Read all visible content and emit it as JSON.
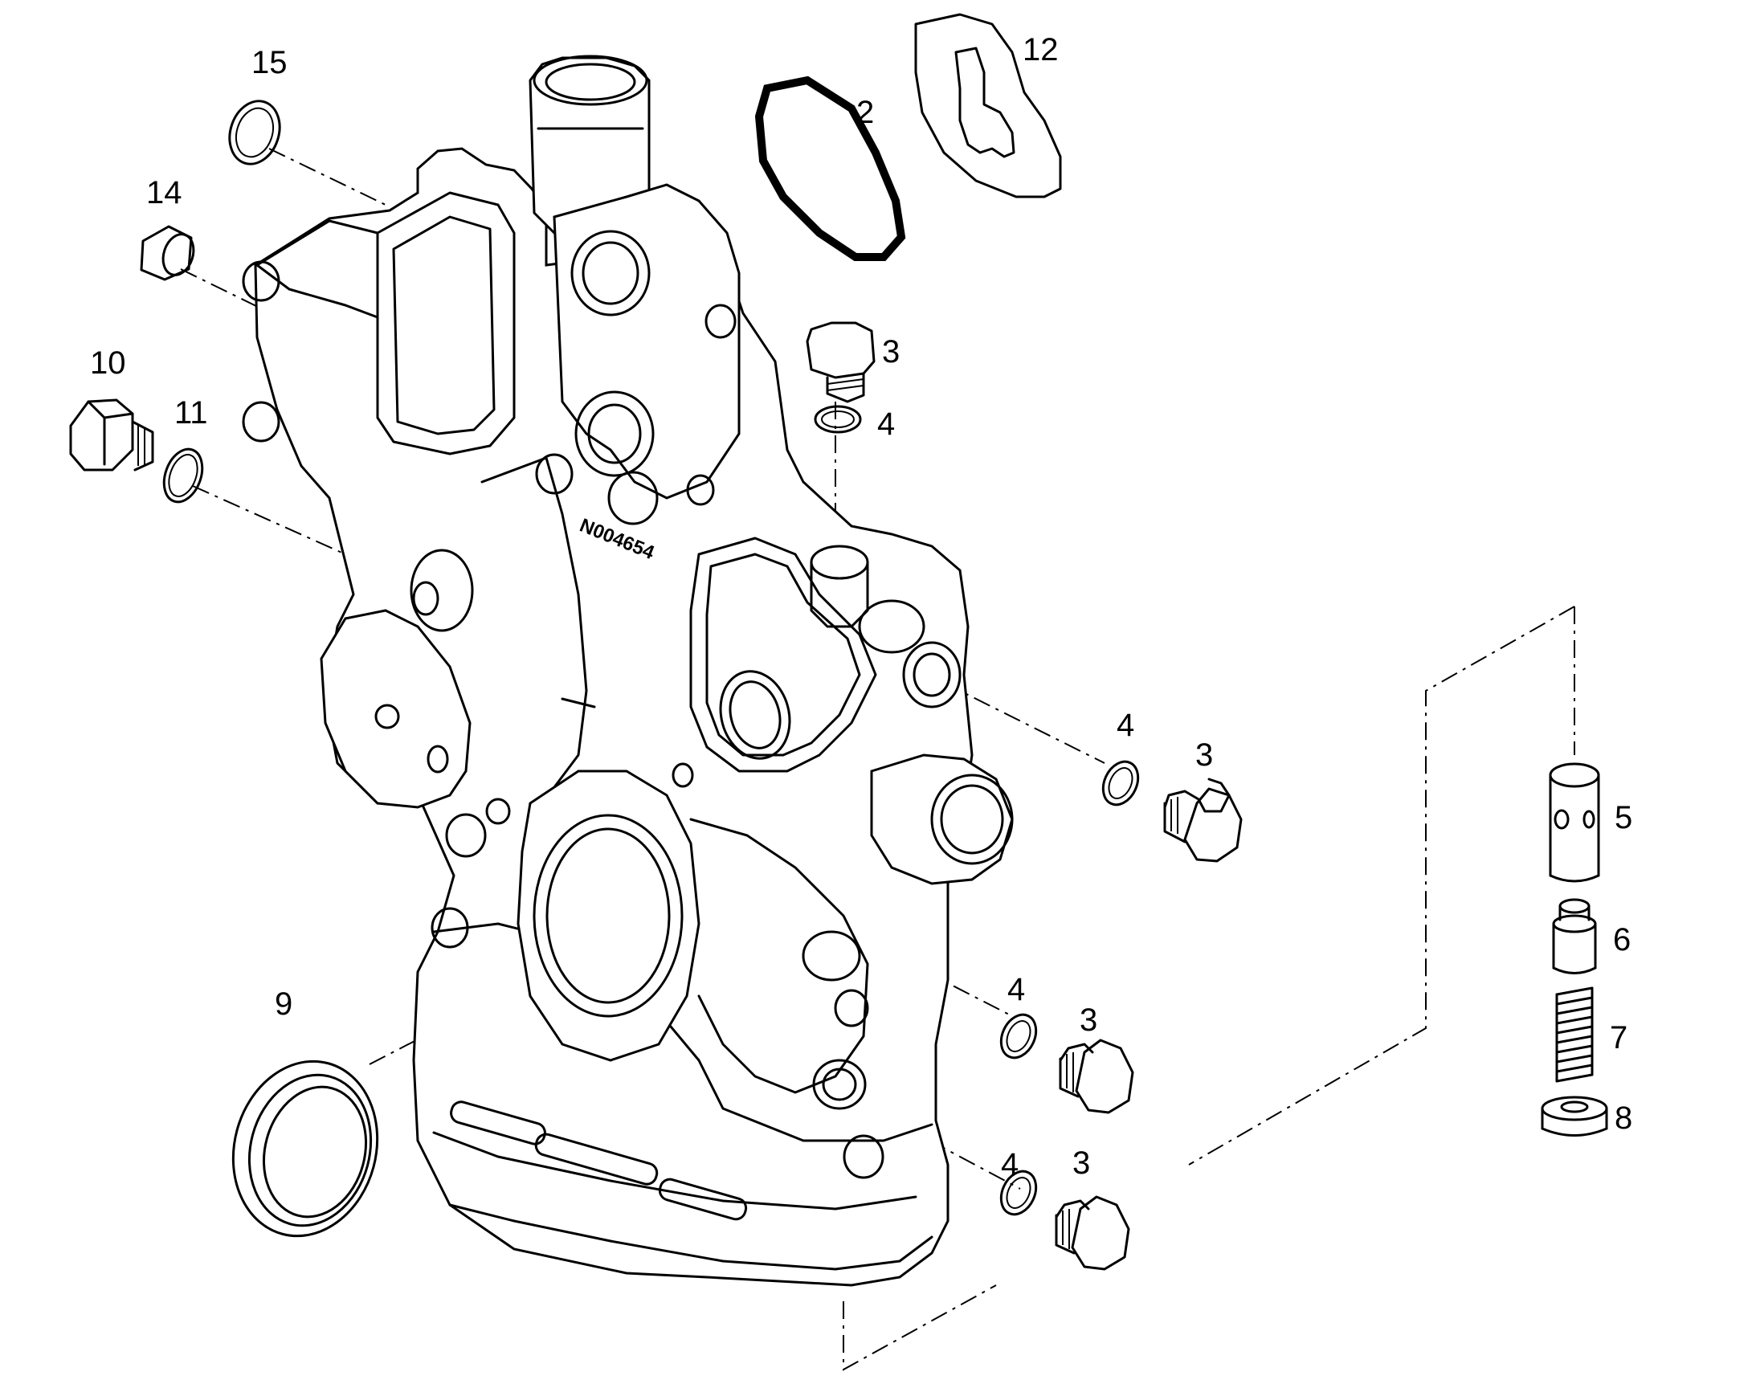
{
  "callouts": {
    "c15": "15",
    "c14": "14",
    "c10": "10",
    "c11": "11",
    "c2": "2",
    "c12": "12",
    "c3a": "3",
    "c4a": "4",
    "c4b": "4",
    "c3b": "3",
    "c5": "5",
    "c6": "6",
    "c7": "7",
    "c8": "8",
    "c9": "9",
    "c4c": "4",
    "c3c": "3",
    "c4d": "4",
    "c3d": "3"
  },
  "casting_mark": "N004654",
  "colors": {
    "line": "#000000",
    "background": "#ffffff"
  }
}
